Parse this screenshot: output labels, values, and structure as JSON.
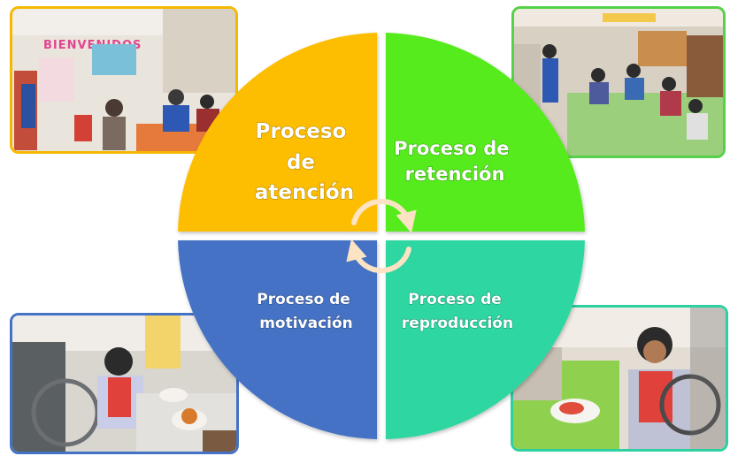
{
  "diagram": {
    "center_symbol": "cycle-arrows-icon",
    "quadrants": [
      {
        "id": "atencion",
        "lines": [
          "Proceso",
          "de",
          "atención"
        ],
        "color": "#fdbd00"
      },
      {
        "id": "retencion",
        "lines": [
          "Proceso de",
          "retención"
        ],
        "color": "#55eb1c"
      },
      {
        "id": "motivacion",
        "lines": [
          "Proceso de",
          "motivación"
        ],
        "color": "#4472c4"
      },
      {
        "id": "reproduccion",
        "lines": [
          "Proceso de",
          "reproducción"
        ],
        "color": "#2ed6a1"
      }
    ]
  },
  "photos": {
    "top_left": {
      "subject": "classroom-photo",
      "sign_text": "BIENVENIDOS",
      "border_color": "#f5b800"
    },
    "top_right": {
      "subject": "classroom-photo",
      "border_color": "#55d14a"
    },
    "bottom_left": {
      "subject": "student-eating-photo",
      "border_color": "#4472c4"
    },
    "bottom_right": {
      "subject": "student-eating-photo",
      "border_color": "#2ecfa0"
    }
  }
}
